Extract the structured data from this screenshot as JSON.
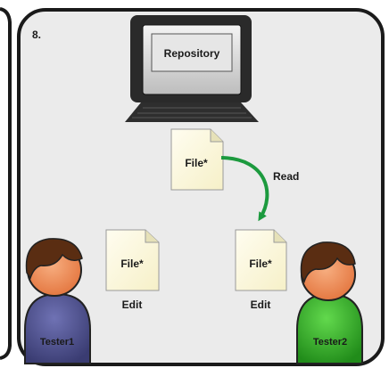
{
  "panel": {
    "step": "8."
  },
  "repository": {
    "label": "Repository"
  },
  "files": {
    "repo_file": "File*",
    "tester1_file": "File*",
    "tester2_file": "File*"
  },
  "actions": {
    "read": "Read",
    "edit1": "Edit",
    "edit2": "Edit"
  },
  "people": {
    "tester1": "Tester1",
    "tester2": "Tester2"
  },
  "colors": {
    "panel_bg": "#ebebeb",
    "arrow": "#1c9a3e",
    "tester1_body": "#4a4d8c",
    "tester2_body": "#35b12a",
    "hair": "#5a2d12",
    "skin": "#f29460",
    "file_fill": "#fdfbe4"
  }
}
